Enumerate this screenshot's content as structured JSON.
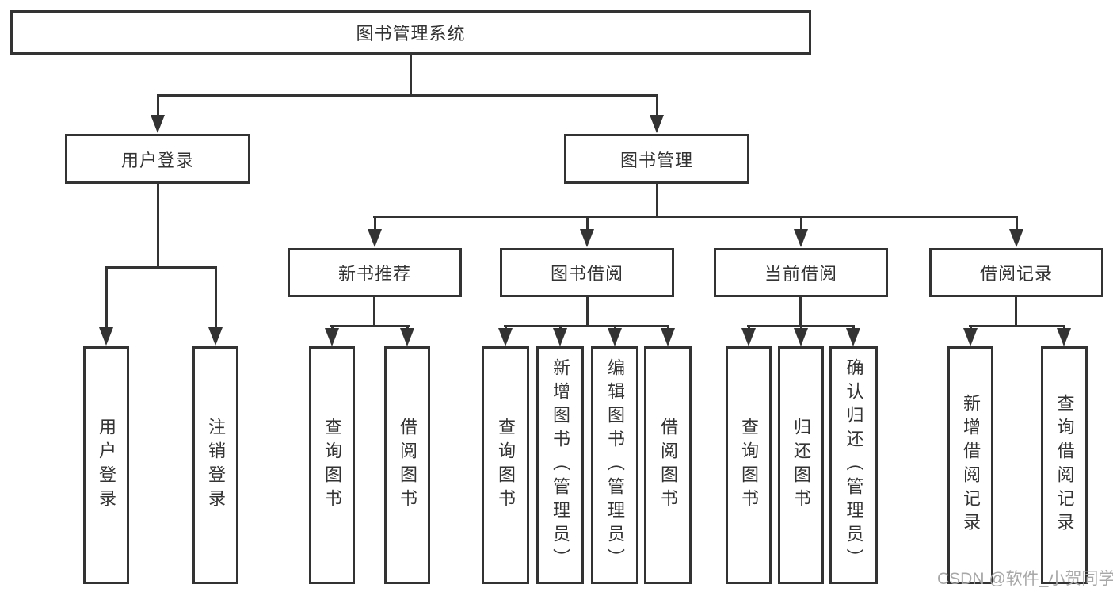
{
  "tree": {
    "label": "图书管理系统",
    "children": [
      {
        "label": "用户登录",
        "children": [
          {
            "label": "用户登录"
          },
          {
            "label": "注销登录"
          }
        ]
      },
      {
        "label": "图书管理",
        "children": [
          {
            "label": "新书推荐",
            "children": [
              {
                "label": "查询图书"
              },
              {
                "label": "借阅图书"
              }
            ]
          },
          {
            "label": "图书借阅",
            "children": [
              {
                "label": "查询图书"
              },
              {
                "label": "新增图书（管理员）"
              },
              {
                "label": "编辑图书（管理员）"
              },
              {
                "label": "借阅图书"
              }
            ]
          },
          {
            "label": "当前借阅",
            "children": [
              {
                "label": "查询图书"
              },
              {
                "label": "归还图书"
              },
              {
                "label": "确认归还（管理员）"
              }
            ]
          },
          {
            "label": "借阅记录",
            "children": [
              {
                "label": "新增借阅记录"
              },
              {
                "label": "查询借阅记录"
              }
            ]
          }
        ]
      }
    ]
  },
  "watermark": {
    "text": "CSDN @软件_小贺同学"
  },
  "colors": {
    "line": "#333333",
    "node_background": "#ffffff",
    "node_text": "#333333",
    "watermark_text": "#a8a8a8"
  }
}
